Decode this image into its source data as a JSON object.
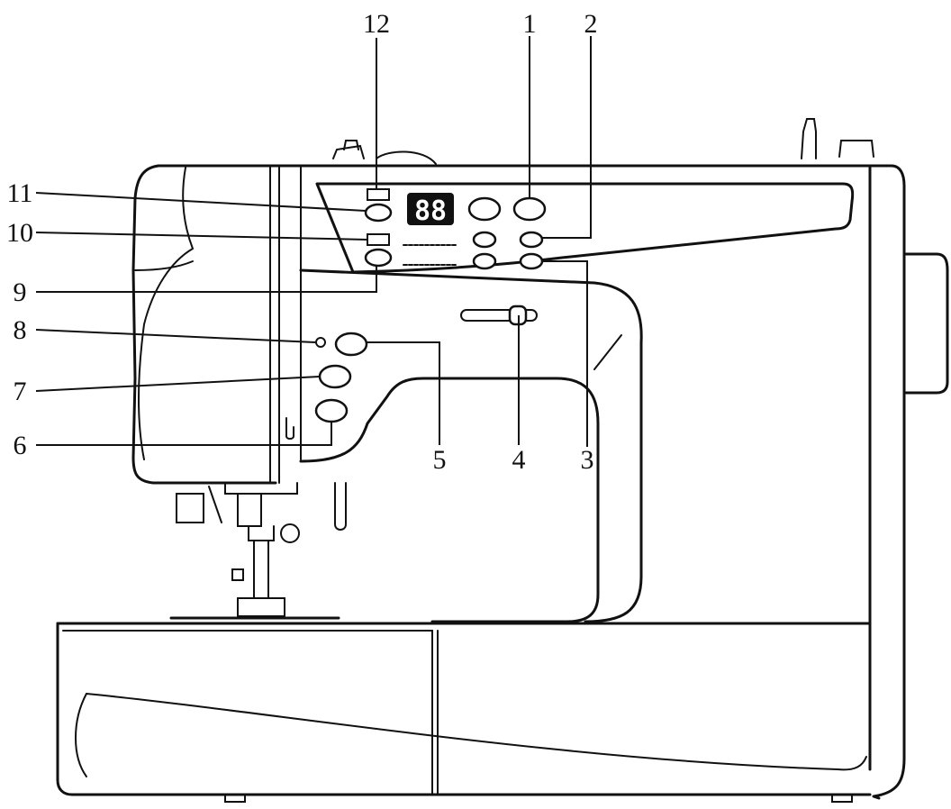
{
  "display": {
    "digits": "88"
  },
  "callouts": [
    {
      "id": "1",
      "label": "1"
    },
    {
      "id": "2",
      "label": "2"
    },
    {
      "id": "3",
      "label": "3"
    },
    {
      "id": "4",
      "label": "4"
    },
    {
      "id": "5",
      "label": "5"
    },
    {
      "id": "6",
      "label": "6"
    },
    {
      "id": "7",
      "label": "7"
    },
    {
      "id": "8",
      "label": "8"
    },
    {
      "id": "9",
      "label": "9"
    },
    {
      "id": "10",
      "label": "10"
    },
    {
      "id": "11",
      "label": "11"
    },
    {
      "id": "12",
      "label": "12"
    }
  ]
}
